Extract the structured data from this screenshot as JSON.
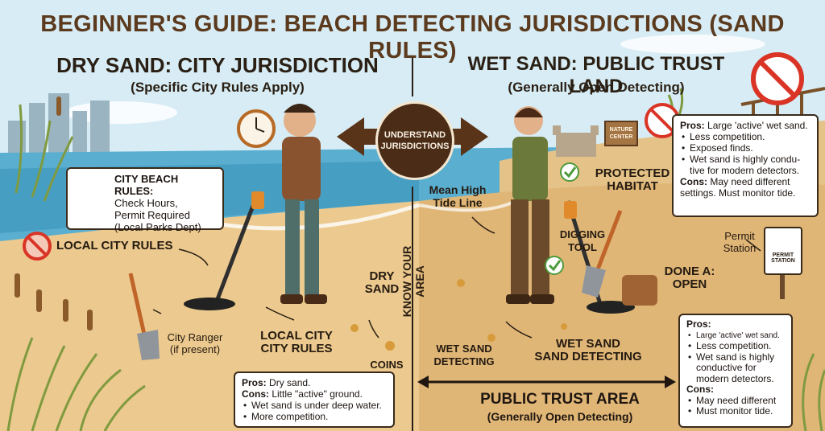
{
  "title": "BEGINNER'S GUIDE: BEACH DETECTING JURISDICTIONS (SAND RULES)",
  "left": {
    "heading": "DRY SAND: CITY JURISDICTION",
    "subheading": "(Specific City Rules Apply)",
    "rules_box": {
      "title": "CITY BEACH RULES:",
      "line1": "Check Hours,",
      "line2": "Permit Required",
      "line3": "(Local Parks Dept)"
    },
    "local_city_rules": "LOCAL CITY RULES",
    "dry_sand_1": "DRY",
    "dry_sand_2": "SAND",
    "city_ranger": "City Ranger",
    "if_present": "(if present)",
    "local_city_1": "LOCAL CITY",
    "local_city_2": "CITY RULES",
    "coins": "COINS",
    "pros_cons": {
      "pros_label": "Pros:",
      "pros_text": "Dry sand.",
      "cons_label": "Cons:",
      "cons_text": "Little \"active\" ground.",
      "bullet1": "Wet sand is under deep water.",
      "bullet2": "More competition."
    }
  },
  "center": {
    "circle_line1": "UNDERSTAND",
    "circle_line2": "JURISDICTIONS",
    "know_your_area": "KNOW YOUR AREA"
  },
  "right": {
    "heading": "WET SAND: PUBLIC TRUST LAND",
    "subheading": "(Generally Open Detecting)",
    "top_box": {
      "pros_label": "Pros:",
      "pros_text": "Large 'active' wet sand.",
      "b1": "Less competition.",
      "b2": "Exposed finds.",
      "b3": "Wet sand is highly condu-",
      "b3b": "tive for modern detectors.",
      "cons_label": "Cons:",
      "cons_text": "May need different",
      "cons_text2": "settings. Must monitor tide."
    },
    "nature_center_1": "NATURE",
    "nature_center_2": "CENTER",
    "protected_1": "PROTECTED",
    "protected_2": "HABITAT",
    "mean_high_1": "Mean High",
    "mean_high_2": "Tide Line",
    "digging_1": "DIGGING",
    "digging_2": "TOOL",
    "permit_1": "Permit",
    "permit_2": "Station",
    "permit_sign": "PERMIT STATION",
    "done_1": "DONE A:",
    "done_2": "OPEN",
    "wet_sand_detect_1": "WET SAND",
    "wet_sand_detect_2": "DETECTING",
    "wet_sand_center_1": "WET SAND",
    "wet_sand_center_2": "SAND DETECTING",
    "public_trust": "PUBLIC TRUST AREA",
    "public_trust_sub": "(Generally Open Detecting)",
    "bottom_box": {
      "pros_label": "Pros:",
      "b1": "Large 'active' wet sand.",
      "b2": "Less competition.",
      "b3": "Wet sand is highly",
      "b3b": "conductive for",
      "b3c": "modern detectors.",
      "cons_label": "Cons:",
      "c1": "May need different",
      "c2": "Must monitor tide."
    }
  },
  "colors": {
    "sky": "#cfe7f0",
    "sea": "#4fa7c9",
    "sand": "#e9c78f",
    "wet_sand": "#d8ad70",
    "title": "#5b3a1e",
    "arrow": "#5a3419",
    "prohibit": "#d93425"
  },
  "icons": [
    "clock-icon",
    "warning-icon",
    "no-detecting-icon",
    "checkmark-icon",
    "detector-icon",
    "shovel-icon",
    "bag-icon",
    "arrow-icon"
  ]
}
